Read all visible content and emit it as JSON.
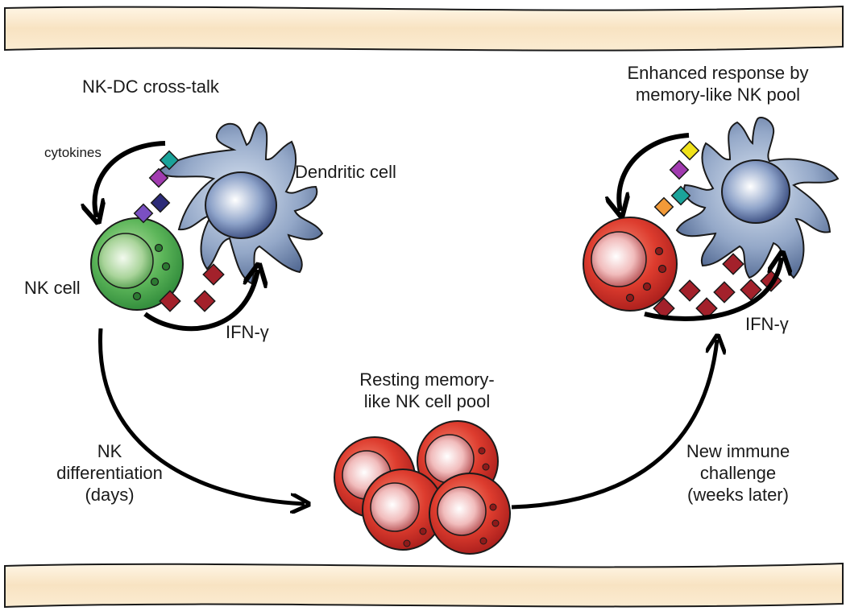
{
  "labels": {
    "crosstalk": "NK-DC cross-talk",
    "cytokines": "cytokines",
    "dendritic_cell": "Dendritic cell",
    "nk_cell": "NK cell",
    "ifn_left": "IFN-γ",
    "enhanced_line1": "Enhanced response by",
    "enhanced_line2": "memory-like NK pool",
    "ifn_right": "IFN-γ",
    "resting_line1": "Resting memory-",
    "resting_line2": "like NK cell pool",
    "diff_line1": "NK",
    "diff_line2": "differentiation",
    "diff_line3": "(days)",
    "challenge_line1": "New immune",
    "challenge_line2": "challenge",
    "challenge_line3": "(weeks later)"
  },
  "colors": {
    "vessel_wall": "#fbe9cc",
    "nk_green": "#4caf50",
    "nk_red": "#d9352c",
    "dendritic_blue": "#7f95b8",
    "ifn_diamond": "#a3212b",
    "cytokine_teal": "#1aa39a",
    "cytokine_purple": "#a13bb0",
    "cytokine_violet": "#7a4fc2",
    "cytokine_navy": "#2c2b78",
    "cytokine_yellow": "#f0e21a",
    "cytokine_orange": "#f29a38"
  }
}
